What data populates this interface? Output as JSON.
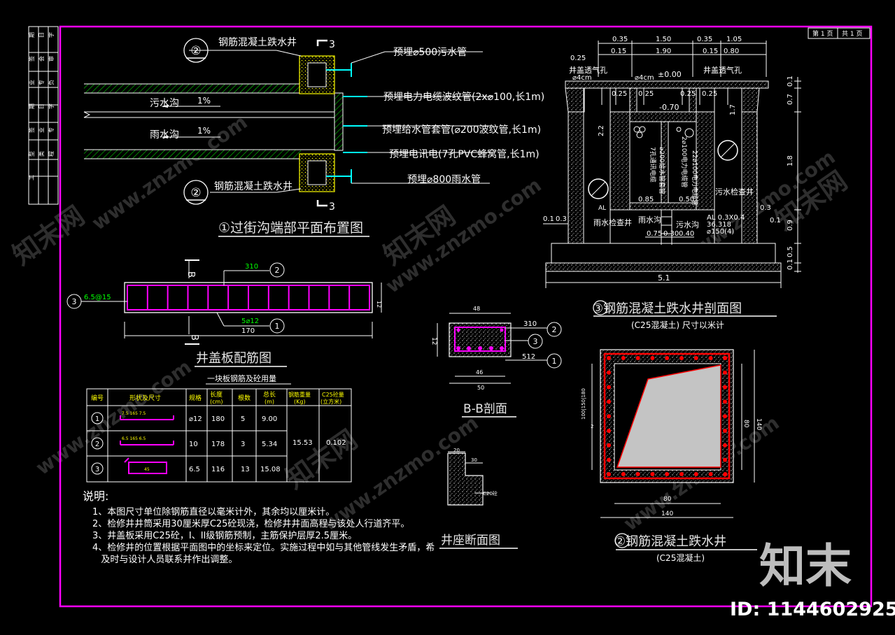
{
  "colors": {
    "frame": "#ff00ff",
    "line": "#ffffff",
    "cyan": "#00ffff",
    "yellow": "#ffff00",
    "green": "#00ff00",
    "red": "#ff0000"
  },
  "title_block": {
    "page_no": "第 1 页",
    "page_total": "共 1 页"
  },
  "side_strip": [
    "期",
    "日",
    "字",
    "签",
    "会",
    "审",
    "业",
    "专",
    "负",
    "期",
    "日",
    "字",
    "签",
    "业",
    "专",
    "型",
    "类",
    "程",
    "工"
  ],
  "plan": {
    "title": "①过街沟端部平面布置图",
    "tag_top": "②",
    "tag_bottom": "②",
    "section_label_top": "3",
    "section_label_bottom": "3",
    "well_top_label": "钢筋混凝土跌水井",
    "well_bottom_label": "钢筋混凝土跌水井",
    "ditch_sewage": "污水沟",
    "ditch_rain": "雨水沟",
    "slope1": "1%",
    "slope2": "1%",
    "callouts": [
      "预埋⌀500污水管",
      "预埋电力电缆波纹管(2x⌀100,长1m)",
      "预埋给水管套管(⌀200波纹管,长1m)",
      "预埋电讯电(7孔PVC蜂窝管,长1m)",
      "预埋⌀800雨水管"
    ]
  },
  "section": {
    "title": "③钢筋混凝土跌水井剖面图",
    "subtitle": "(C25混凝土) 尺寸以米计",
    "top_dims_row1": [
      "0.35",
      "1.50",
      "0.35",
      "1.05"
    ],
    "top_dims_row2": [
      "0.15",
      "1.90",
      "0.15",
      "0.80"
    ],
    "left_top_dim": "0.25",
    "cover_hole_left": "井盖透气孔",
    "cover_hole_right": "井盖透气孔",
    "d4_left": "⌀4cm",
    "d4_mid": "⌀4cm",
    "elev_top": "±0.00",
    "elev_mid": "-0.70",
    "inner_dims": [
      "0.25",
      "0.25",
      "0.25",
      "0.25"
    ],
    "left_height": "2.2",
    "right_height": "1.7",
    "right_dims": [
      "0.1",
      "0.7",
      "1.8",
      "0.3",
      "0.9",
      "0.5",
      "0.1"
    ],
    "left_dims": [
      "0.1",
      "0.3"
    ],
    "right_small": "0.1",
    "vert_label1": "7孔通讯电缆",
    "vert_label2": "⌀200给水管套管",
    "vert_label3": "2⌀100电力电缆管",
    "vert_label4": "22⌀100电力电缆管",
    "sewage_inspect": "污水检查井",
    "rain_inspect": "雨水检查井",
    "rain_ditch": "雨水沟",
    "sewage_ditch": "污水沟",
    "al_left": "AL",
    "al_right": "AL 0.3X0.4",
    "al_r2": "36.318",
    "al_r3": "⌀150(4)",
    "bottom_dims": [
      "0.85",
      "0.50"
    ],
    "bottom_dims2": [
      "0.75",
      "0.30",
      "0.40"
    ],
    "total_width": "5.1"
  },
  "cover": {
    "title": "井盖板配筋图",
    "b_top": "B",
    "b_bottom": "B",
    "rebar2_len": "310",
    "rebar1": "5⌀12",
    "rebar3": "6.5@15",
    "width": "170",
    "height": "12",
    "tag1": "1",
    "tag2": "2",
    "tag3": "3"
  },
  "bb": {
    "title": "B-B剖面",
    "top": "48",
    "right_a": "310",
    "right_b": "512",
    "left": "12",
    "bottom1": "46",
    "bottom2": "50",
    "tag1": "1",
    "tag2": "2",
    "tag3": "3"
  },
  "table": {
    "caption": "一块板钢筋及砼用量",
    "headers": [
      "编号",
      "形状及尺寸",
      "规格",
      "长度\n(cm)",
      "根数",
      "总长\n(m)",
      "钢筋重量\n(Kg)",
      "C25砼量\n(立方米)"
    ],
    "rows": [
      {
        "no": "1",
        "shape": "7.5  165  7.5",
        "spec": "⌀12",
        "len": "180",
        "count": "5",
        "total": "9.00"
      },
      {
        "no": "2",
        "shape": "6.5  165  6.5",
        "spec": "10",
        "len": "178",
        "count": "3",
        "total": "5.34"
      },
      {
        "no": "3",
        "shape": "45",
        "spec": "6.5",
        "len": "116",
        "count": "13",
        "total": "15.08"
      }
    ],
    "weight": "15.53",
    "concrete": "0.102"
  },
  "base": {
    "title": "井座断面图",
    "dim_top": "20",
    "dim_mid": "30",
    "concrete": "C20砼"
  },
  "well": {
    "title": "②钢筋混凝土跌水井",
    "subtitle": "(C25混凝土)",
    "dim_inner": "80",
    "dim_outer": "140",
    "dim_left": "100|150|180",
    "dim_left2": "2",
    "dim_right_inner": "80",
    "dim_right_outer": "140"
  },
  "notes": {
    "title": "说明:",
    "lines": [
      "1、本图尺寸单位除钢筋直径以毫米计外，其余均以厘米计。",
      "2、检修井井筒采用30厘米厚C25砼现浇，检修井井面高程与该处人行道齐平。",
      "3、井盖板采用C25砼，I、II级钢筋预制，主筋保护层厚2.5厘米。",
      "4、检修井的位置根据平面图中的坐标来定位。实施过程中如与其他管线发生矛盾，希",
      "   及时与设计人员联系并作出调整。"
    ]
  },
  "watermark": {
    "site": "www.znzmo.com",
    "brand": "知末网",
    "logo": "知末",
    "id": "ID: 1144602925"
  }
}
